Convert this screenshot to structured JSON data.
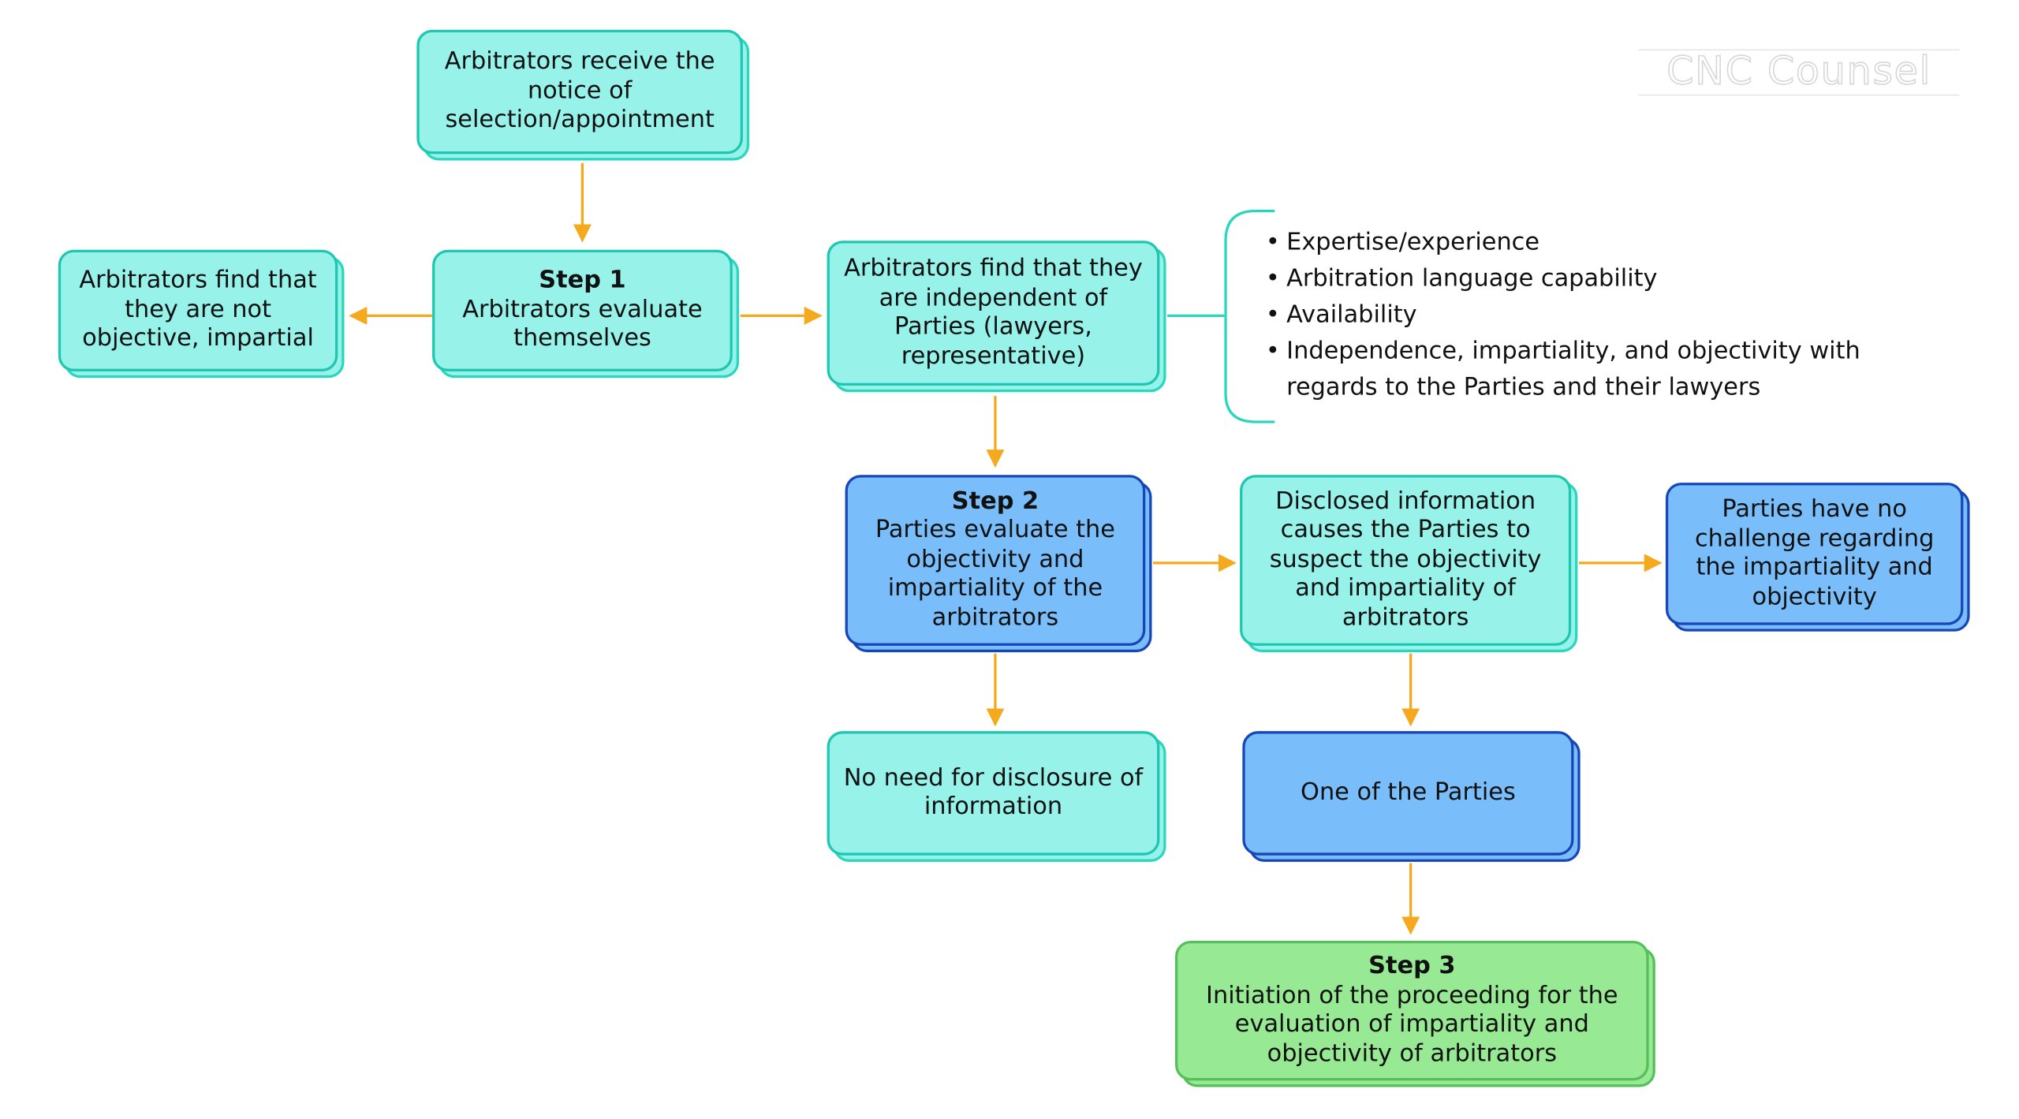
{
  "watermark": "CNC Counsel",
  "nodes": {
    "notice": {
      "text": "Arbitrators receive the notice of selection/appointment"
    },
    "step1": {
      "step": "Step 1",
      "text": "Arbitrators evaluate themselves"
    },
    "not_objective": {
      "text": "Arbitrators find that they are not objective, impartial"
    },
    "independent": {
      "text": "Arbitrators find that they are independent of Parties (lawyers, representative)"
    },
    "step2": {
      "step": "Step 2",
      "text": "Parties evaluate the objectivity and impartiality of the arbitrators"
    },
    "no_disclosure": {
      "text": "No need for disclosure of information"
    },
    "disclosed": {
      "text": "Disclosed information causes the Parties to suspect the objectivity and impartiality of arbitrators"
    },
    "no_challenge": {
      "text": "Parties have no challenge regarding the impartiality and objectivity"
    },
    "one_party": {
      "text": "One of the Parties"
    },
    "step3": {
      "step": "Step 3",
      "text": "Initiation of the proceeding for the evaluation of impartiality and objectivity of arbitrators"
    }
  },
  "criteria": [
    "Expertise/experience",
    "Arbitration language capability",
    "Availability",
    "Independence, impartiality, and objectivity with regards to the Parties and their lawyers"
  ],
  "colors": {
    "arrow": "#f5a91c",
    "teal_fill": "#97f2ea",
    "teal_border": "#1fc7b0",
    "blue_fill": "#79bdfb",
    "blue_border": "#1746b8",
    "green_fill": "#98e994",
    "green_border": "#55c05a"
  }
}
